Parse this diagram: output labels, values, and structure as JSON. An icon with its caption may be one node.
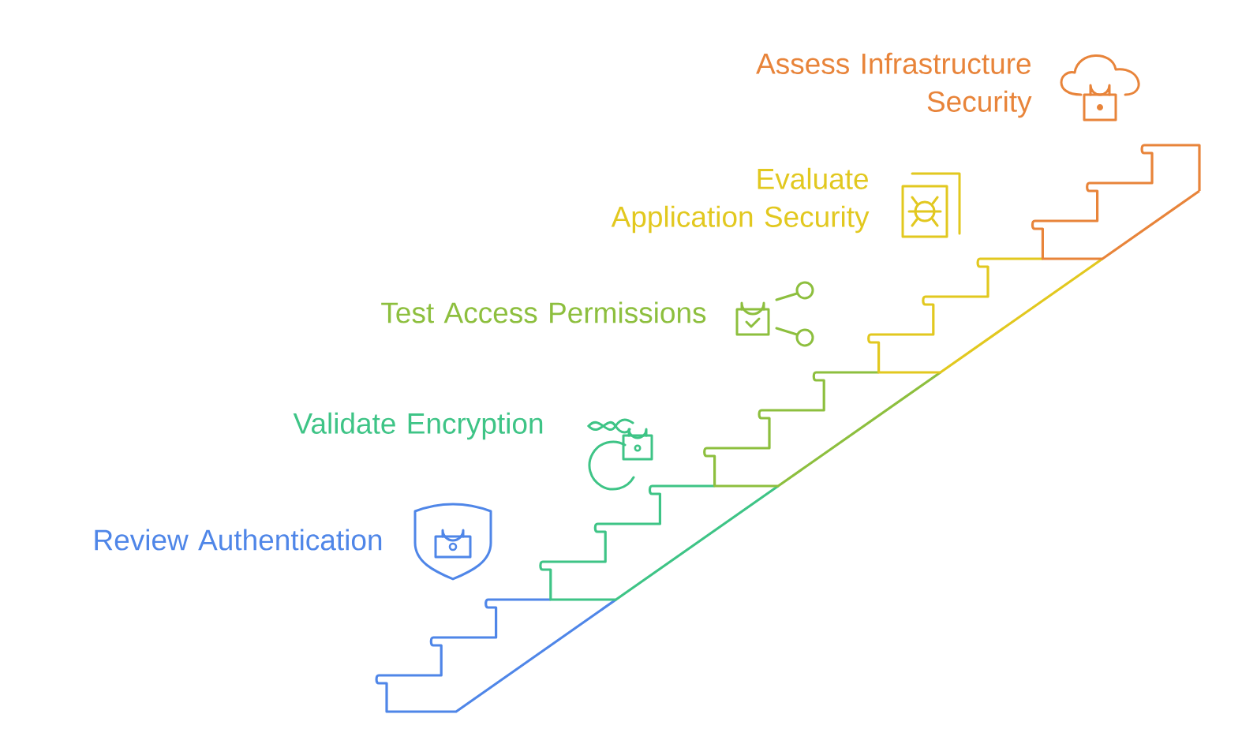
{
  "diagram": {
    "labels": [
      "Assess Infrastructure Security",
      "Evaluate Application Security",
      "Test Access Permissions",
      "Validate Encryption",
      "Review Authentication"
    ]
  }
}
